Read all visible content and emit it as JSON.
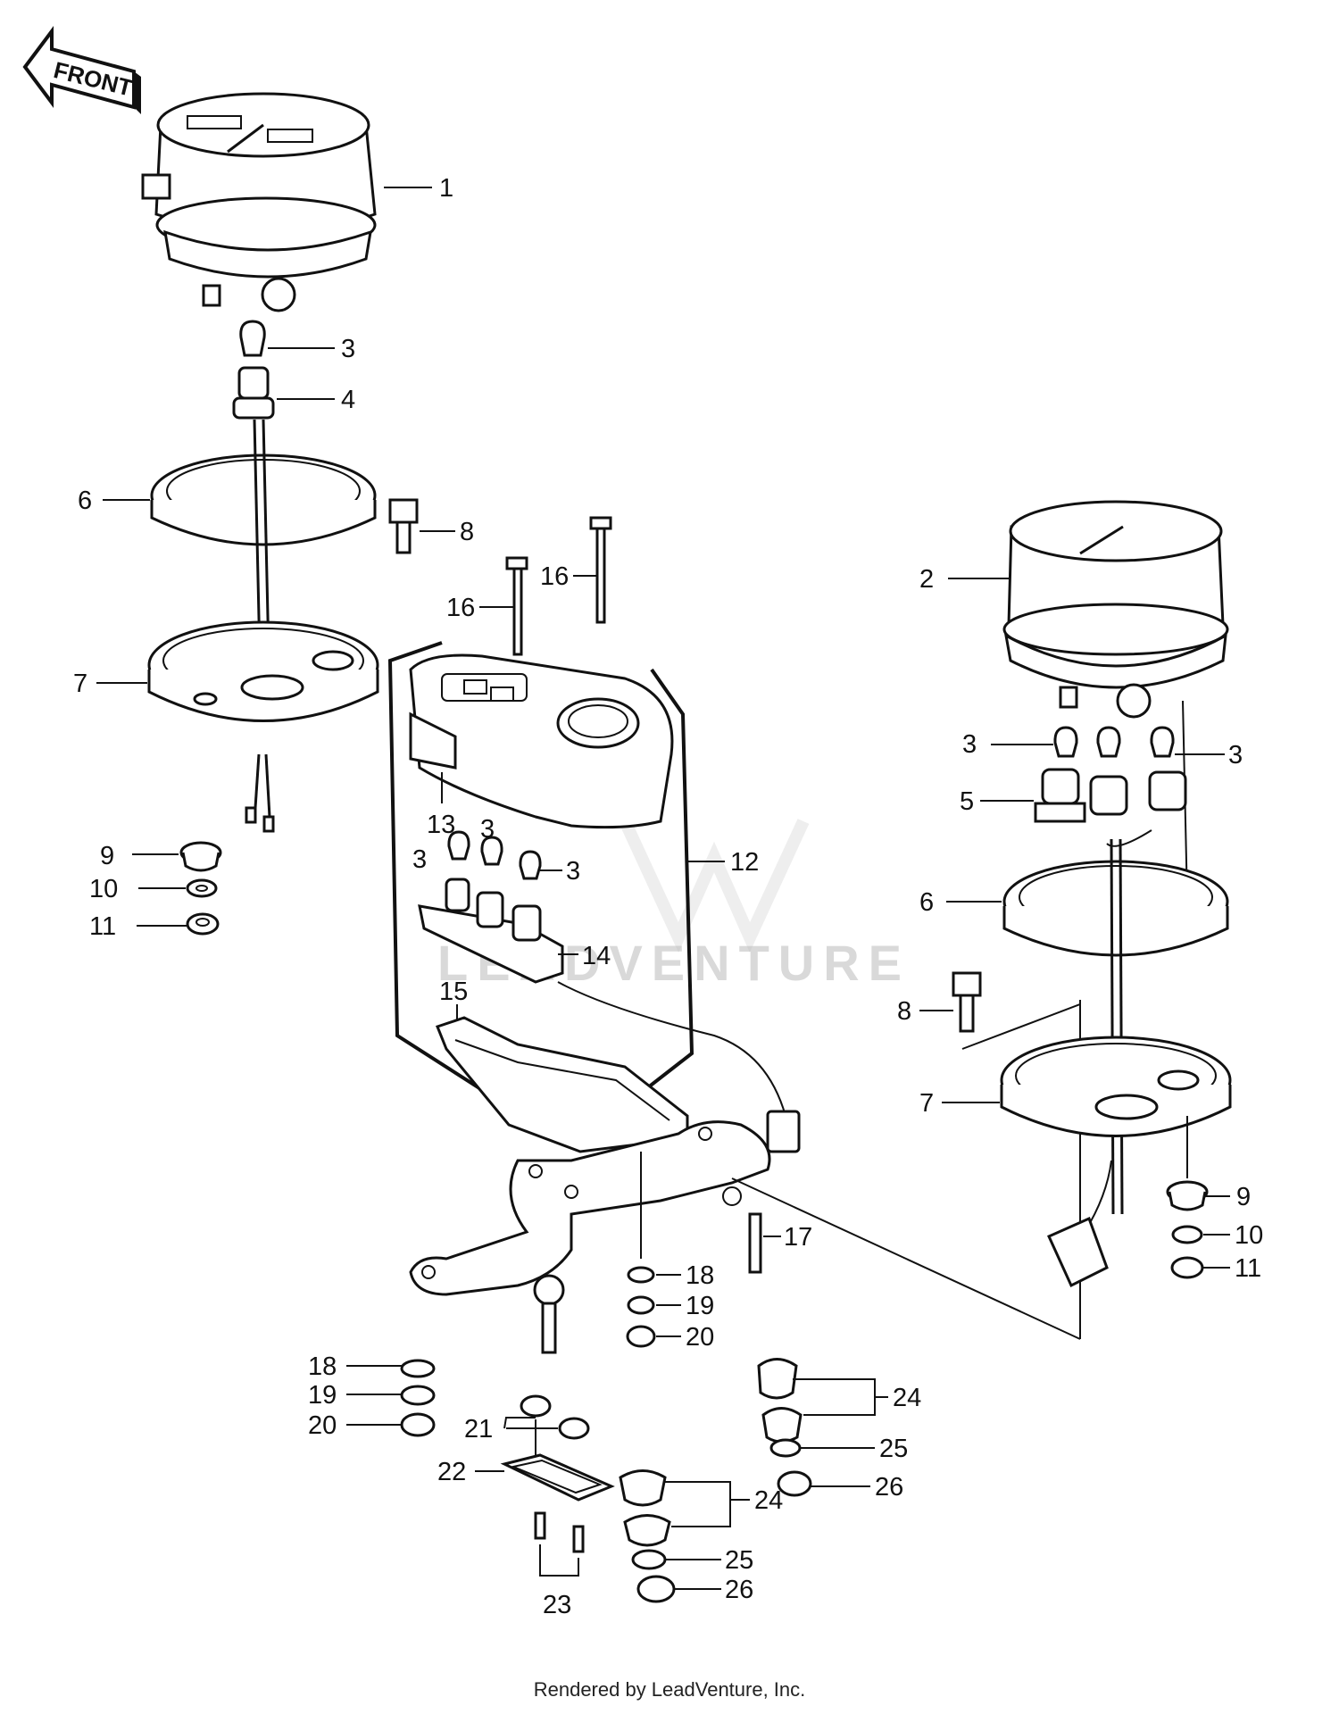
{
  "front_label": "FRONT",
  "watermark": "LEADVENTURE",
  "footer": "Rendered by LeadVenture, Inc.",
  "callouts": [
    {
      "id": "c1",
      "text": "1"
    },
    {
      "id": "c2",
      "text": "2"
    },
    {
      "id": "c3a",
      "text": "3"
    },
    {
      "id": "c3b",
      "text": "3"
    },
    {
      "id": "c3c",
      "text": "3"
    },
    {
      "id": "c3d",
      "text": "3"
    },
    {
      "id": "c3e",
      "text": "3"
    },
    {
      "id": "c3f",
      "text": "3"
    },
    {
      "id": "c3g",
      "text": "3"
    },
    {
      "id": "c4",
      "text": "4"
    },
    {
      "id": "c5",
      "text": "5"
    },
    {
      "id": "c6a",
      "text": "6"
    },
    {
      "id": "c6b",
      "text": "6"
    },
    {
      "id": "c7a",
      "text": "7"
    },
    {
      "id": "c7b",
      "text": "7"
    },
    {
      "id": "c8a",
      "text": "8"
    },
    {
      "id": "c8b",
      "text": "8"
    },
    {
      "id": "c9a",
      "text": "9"
    },
    {
      "id": "c9b",
      "text": "9"
    },
    {
      "id": "c10a",
      "text": "10"
    },
    {
      "id": "c10b",
      "text": "10"
    },
    {
      "id": "c11a",
      "text": "11"
    },
    {
      "id": "c11b",
      "text": "11"
    },
    {
      "id": "c12",
      "text": "12"
    },
    {
      "id": "c13",
      "text": "13"
    },
    {
      "id": "c14",
      "text": "14"
    },
    {
      "id": "c15",
      "text": "15"
    },
    {
      "id": "c16a",
      "text": "16"
    },
    {
      "id": "c16b",
      "text": "16"
    },
    {
      "id": "c17",
      "text": "17"
    },
    {
      "id": "c18a",
      "text": "18"
    },
    {
      "id": "c18b",
      "text": "18"
    },
    {
      "id": "c19a",
      "text": "19"
    },
    {
      "id": "c19b",
      "text": "19"
    },
    {
      "id": "c20a",
      "text": "20"
    },
    {
      "id": "c20b",
      "text": "20"
    },
    {
      "id": "c21",
      "text": "21"
    },
    {
      "id": "c22",
      "text": "22"
    },
    {
      "id": "c23",
      "text": "23"
    },
    {
      "id": "c24a",
      "text": "24"
    },
    {
      "id": "c24b",
      "text": "24"
    },
    {
      "id": "c25a",
      "text": "25"
    },
    {
      "id": "c25b",
      "text": "25"
    },
    {
      "id": "c26a",
      "text": "26"
    },
    {
      "id": "c26b",
      "text": "26"
    }
  ]
}
